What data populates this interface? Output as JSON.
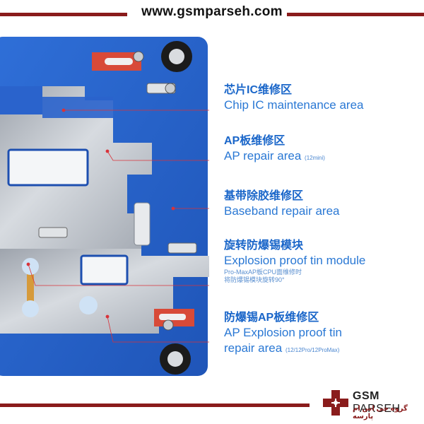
{
  "site_url": "www.gsmparseh.com",
  "labels": [
    {
      "zh": "芯片IC维修区",
      "en": "Chip IC maintenance area",
      "en_small": "",
      "notes": []
    },
    {
      "zh": "AP板维修区",
      "en": "AP repair area",
      "en_small": "(12mini)",
      "notes": []
    },
    {
      "zh": "基带除胶维修区",
      "en": "Baseband repair area",
      "en_small": "",
      "notes": []
    },
    {
      "zh": "旋转防爆锡模块",
      "en": "Explosion proof tin module",
      "en_small": "",
      "notes": [
        "Pro-MaxAP板CPU面维修时",
        "将防爆锡模块旋转90°"
      ]
    },
    {
      "zh": "防爆锡AP板维修区",
      "en": "AP Explosion proof tin",
      "en2": "repair area",
      "en_small": "(12/12Pro/12ProMax)",
      "notes": []
    }
  ],
  "logo": {
    "name_bold": "GSM",
    "name_regular": " PARSEH",
    "subtitle": "گروه جی اس ام پارسه"
  },
  "colors": {
    "fixture_blue": "#2a63cc",
    "steel": "#b9bec6",
    "accent_red": "#8a1c1c",
    "label_blue": "#1a66c9"
  }
}
